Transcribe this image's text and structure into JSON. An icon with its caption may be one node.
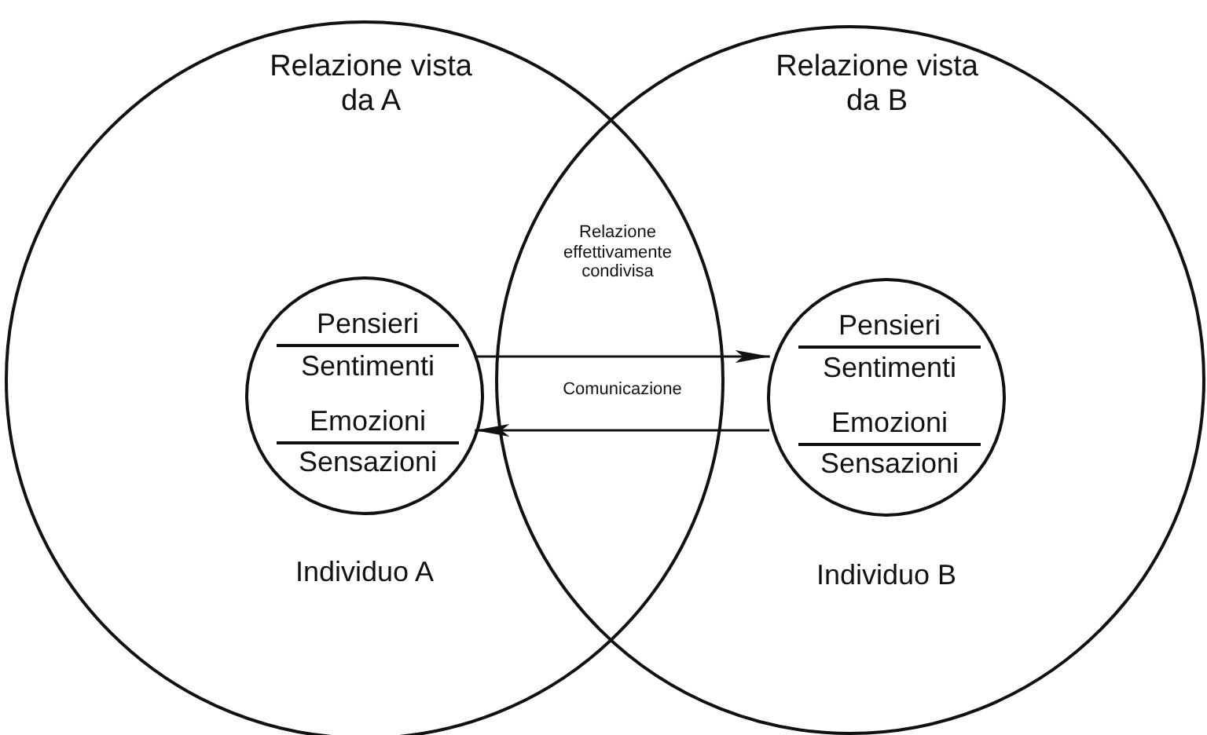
{
  "diagram": {
    "nodes": [
      {
        "text": [
          "Relazione vista da A"
        ]
      },
      {
        "text": [
          "Relazione vista da B"
        ]
      },
      {
        "text": [
          "Pensieri",
          "Sentimenti",
          "Emozioni",
          "Sensazioni"
        ],
        "in": 0,
        "beside": [
          "Individuo A"
        ]
      },
      {
        "text": [
          "Pensieri",
          "Sentimenti",
          "Emozioni",
          "Sensazioni"
        ],
        "in": 1,
        "beside": [
          "Individuo B"
        ]
      }
    ],
    "edges": [
      {
        "from": 2,
        "to": 3,
        "arrow": "to"
      },
      {
        "from": 3,
        "to": 2,
        "arrow": "to"
      }
    ],
    "labels": [
      "Relazione effettivamente condivisa",
      "Comunicazione"
    ]
  }
}
